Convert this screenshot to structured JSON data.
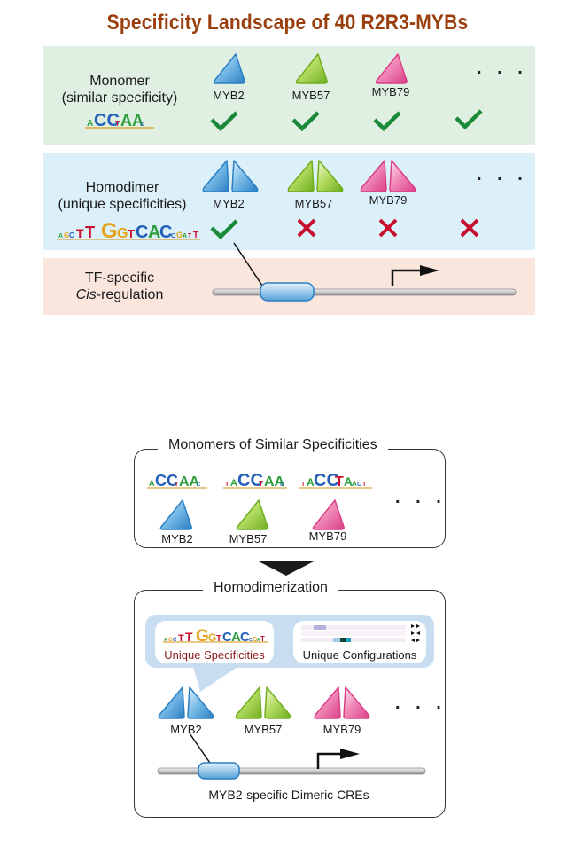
{
  "title": "Specificity Landscape of 40 R2R3-MYBs",
  "colors": {
    "title": "#9a3e0e",
    "check": "#1a8a3a",
    "cross": "#c8102e",
    "blue": "#3a8fd0",
    "green": "#8cc63f",
    "pink": "#e8559a",
    "panel_green": "#dff0e3",
    "panel_blue": "#dcf0fa",
    "panel_pink": "#fbe6de",
    "unique_spec_text": "#8b1a1a"
  },
  "top": {
    "monomer_row": {
      "label_line1": "Monomer",
      "label_line2": "(similar specificity)",
      "motif": "ACCTAA",
      "proteins": [
        {
          "name": "MYB2",
          "color": "blue",
          "result": "check"
        },
        {
          "name": "MYB57",
          "color": "green",
          "result": "check"
        },
        {
          "name": "MYB79",
          "color": "pink",
          "result": "check"
        },
        {
          "name": "",
          "color": "none",
          "result": "check"
        }
      ],
      "ellipsis": ". . ."
    },
    "homodimer_row": {
      "label_line1": "Homodimer",
      "label_line2": "(unique specificities)",
      "motif": "TT GGTCAC",
      "proteins": [
        {
          "name": "MYB2",
          "color": "blue",
          "result": "check"
        },
        {
          "name": "MYB57",
          "color": "green",
          "result": "cross"
        },
        {
          "name": "MYB79",
          "color": "pink",
          "result": "cross"
        },
        {
          "name": "",
          "color": "none",
          "result": "cross"
        }
      ],
      "ellipsis": ". . ."
    },
    "cis_row": {
      "label_line1": "TF-specific",
      "label_line2_italic": "Cis",
      "label_line2_rest": "-regulation"
    }
  },
  "bottom": {
    "monomers_box": {
      "title": "Monomers of Similar Specificities",
      "motifs": [
        "ACCTAA",
        "ACCTAA",
        "ACCTAA"
      ],
      "proteins": [
        "MYB2",
        "MYB57",
        "MYB79"
      ],
      "ellipsis": ". . ."
    },
    "homodimer_box": {
      "title": "Homodimerization",
      "card_specificities": "Unique Specificities",
      "card_configurations": "Unique Configurations",
      "motif": "TT GGTCAC",
      "proteins": [
        "MYB2",
        "MYB57",
        "MYB79"
      ],
      "ellipsis": ". . .",
      "dna_caption": "MYB2-specific Dimeric CREs"
    }
  }
}
